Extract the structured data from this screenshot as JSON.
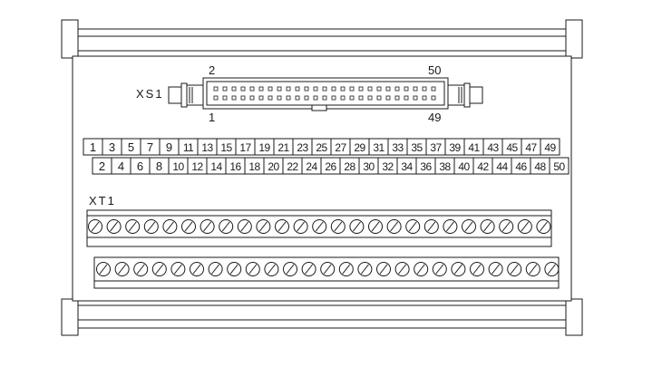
{
  "connector": {
    "name": "XS1",
    "pin_top_left": "2",
    "pin_top_right": "50",
    "pin_bottom_left": "1",
    "pin_bottom_right": "49"
  },
  "terminal_labels": {
    "odd": [
      "1",
      "3",
      "5",
      "7",
      "9",
      "11",
      "13",
      "15",
      "17",
      "19",
      "21",
      "23",
      "25",
      "27",
      "29",
      "31",
      "33",
      "35",
      "37",
      "39",
      "41",
      "43",
      "45",
      "47",
      "49"
    ],
    "even": [
      "2",
      "4",
      "6",
      "8",
      "10",
      "12",
      "14",
      "16",
      "18",
      "20",
      "22",
      "24",
      "26",
      "28",
      "30",
      "32",
      "34",
      "36",
      "38",
      "40",
      "42",
      "44",
      "46",
      "48",
      "50"
    ]
  },
  "terminal_block": {
    "name": "XT1",
    "upper_row_count": 25,
    "lower_row_count": 25
  }
}
